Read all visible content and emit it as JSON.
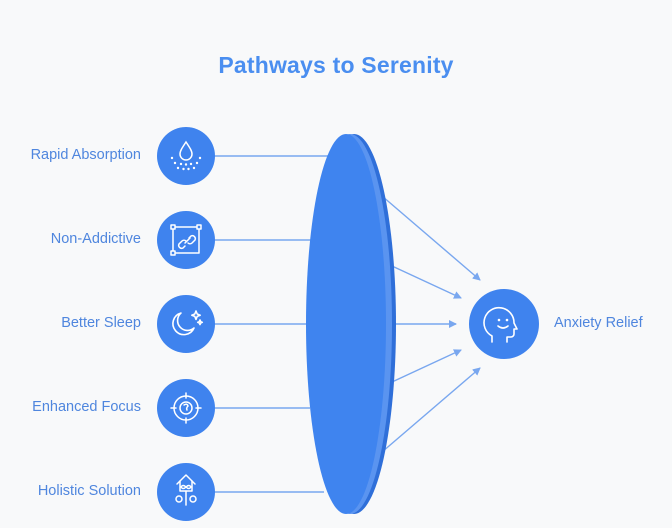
{
  "title": "Pathways to Serenity",
  "colors": {
    "accent": "#4a8ef0",
    "circle": "#3f83ee",
    "lens": "#3f84ef",
    "lens_rim": "#2f6fd9",
    "line": "#79a7ef",
    "text": "#4f86de",
    "background": "#f8f9fa"
  },
  "inputs": [
    {
      "label": "Rapid Absorption",
      "icon": "droplet-dots-icon"
    },
    {
      "label": "Non-Addictive",
      "icon": "link-square-icon"
    },
    {
      "label": "Better Sleep",
      "icon": "moon-stars-icon"
    },
    {
      "label": "Enhanced Focus",
      "icon": "target-focus-icon"
    },
    {
      "label": "Holistic Solution",
      "icon": "house-sprout-icon"
    }
  ],
  "output": {
    "label": "Anxiety Relief",
    "icon": "smiling-head-icon"
  }
}
